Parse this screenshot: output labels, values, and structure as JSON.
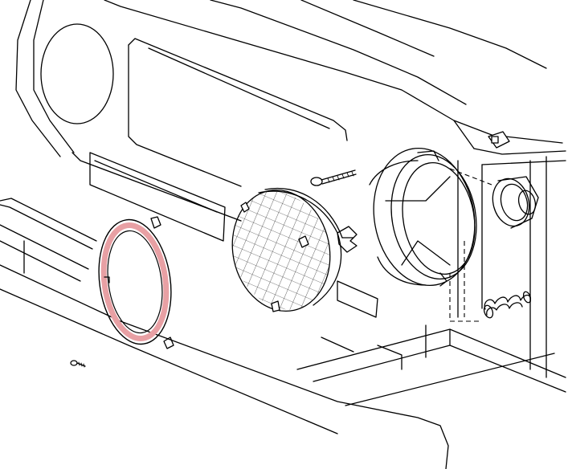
{
  "diagram": {
    "parts": [
      {
        "id": "headlamp-trim-ring",
        "highlighted": true,
        "highlight_color": "#e8a0a4"
      },
      {
        "id": "sealed-beam-lamp"
      },
      {
        "id": "headlamp-mounting-bucket"
      },
      {
        "id": "adjusting-screw"
      },
      {
        "id": "retaining-clip"
      },
      {
        "id": "wiring-connector"
      },
      {
        "id": "adjuster-spring"
      },
      {
        "id": "small-screw"
      },
      {
        "id": "lamp-terminal-clip"
      }
    ],
    "colors": {
      "line": "#000000",
      "background": "#ffffff",
      "highlight": "#e8a0a4"
    }
  }
}
